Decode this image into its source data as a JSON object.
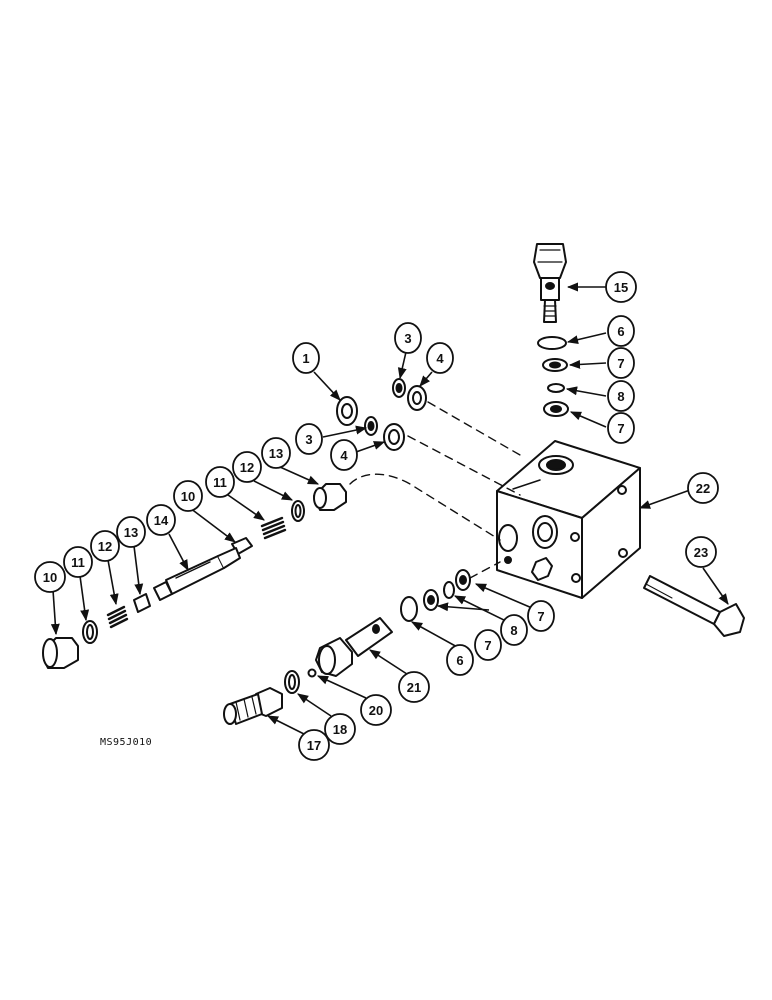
{
  "figure_code": "MS95J010",
  "callouts": [
    {
      "id": "c1",
      "label": "1"
    },
    {
      "id": "c3a",
      "label": "3"
    },
    {
      "id": "c4a",
      "label": "4"
    },
    {
      "id": "c3b",
      "label": "3"
    },
    {
      "id": "c4b",
      "label": "4"
    },
    {
      "id": "c15",
      "label": "15"
    },
    {
      "id": "c6a",
      "label": "6"
    },
    {
      "id": "c7a",
      "label": "7"
    },
    {
      "id": "c8a",
      "label": "8"
    },
    {
      "id": "c7b",
      "label": "7"
    },
    {
      "id": "c22",
      "label": "22"
    },
    {
      "id": "c23",
      "label": "23"
    },
    {
      "id": "c10a",
      "label": "10"
    },
    {
      "id": "c11a",
      "label": "11"
    },
    {
      "id": "c12a",
      "label": "12"
    },
    {
      "id": "c13a",
      "label": "13"
    },
    {
      "id": "c14",
      "label": "14"
    },
    {
      "id": "c10b",
      "label": "10"
    },
    {
      "id": "c11b",
      "label": "11"
    },
    {
      "id": "c12b",
      "label": "12"
    },
    {
      "id": "c13b",
      "label": "13"
    },
    {
      "id": "c7c",
      "label": "7"
    },
    {
      "id": "c8b",
      "label": "8"
    },
    {
      "id": "c7d",
      "label": "7"
    },
    {
      "id": "c6b",
      "label": "6"
    },
    {
      "id": "c21",
      "label": "21"
    },
    {
      "id": "c20",
      "label": "20"
    },
    {
      "id": "c18",
      "label": "18"
    },
    {
      "id": "c17",
      "label": "17"
    }
  ]
}
